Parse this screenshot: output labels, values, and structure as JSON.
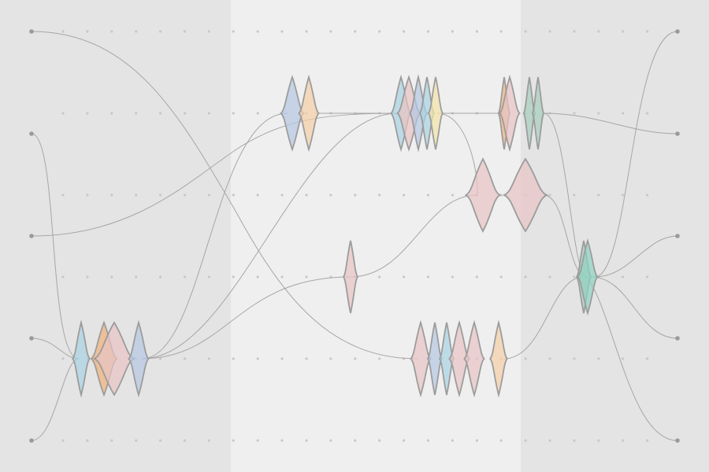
{
  "palette": {
    "background_dark": "#e4e4e4",
    "background_light": "#efefef",
    "grid_dot": "#c8c8c8",
    "line": "#a6a6a6",
    "outline": "#9c9c9c",
    "pink": "#e8c4c4",
    "blue": "#b6c6e2",
    "peach": "#f5cfa8",
    "orange": "#f0b278",
    "light_blue": "#a9d3e2",
    "green": "#a8cdbe",
    "teal": "#8fd2c0",
    "yellow": "#f3e3a8"
  },
  "diagram": {
    "lanes": 6,
    "event_colors": [
      "light_blue",
      "orange",
      "pink",
      "blue",
      "blue",
      "peach",
      "light_blue",
      "pink",
      "blue",
      "light_blue",
      "yellow",
      "orange",
      "pink",
      "green",
      "green",
      "pink",
      "pink",
      "pink",
      "pink",
      "blue",
      "light_blue",
      "pink",
      "pink",
      "peach",
      "green",
      "teal"
    ]
  }
}
